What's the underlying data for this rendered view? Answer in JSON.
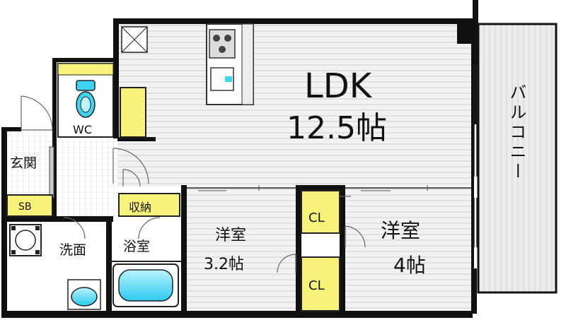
{
  "rooms": {
    "ldk": {
      "name": "LDK",
      "size": "12.5帖"
    },
    "balcony": {
      "name": "バルコニー"
    },
    "wc": {
      "name": "WC"
    },
    "entrance": {
      "name": "玄関"
    },
    "shoe_box": {
      "name": "SB"
    },
    "storage": {
      "name": "収納"
    },
    "washroom": {
      "name": "洗面"
    },
    "bathroom": {
      "name": "浴室"
    },
    "western_room_1": {
      "name": "洋室",
      "size": "3.2帖"
    },
    "western_room_2": {
      "name": "洋室",
      "size": "4帖"
    },
    "closet_1": {
      "name": "CL"
    },
    "closet_2": {
      "name": "CL"
    }
  },
  "colors": {
    "wall": "#111111",
    "floor_stripes": "#d4d4d4",
    "balcony_floor": "#ececec",
    "fixture_yellow": "#f7f27a",
    "fixture_cyan": "#3fd3f2"
  },
  "icons": [
    "stove-icon",
    "sink-icon",
    "toilet-icon",
    "bathtub-icon",
    "washbasin-icon",
    "washing-machine-icon",
    "ventilation-icon"
  ]
}
